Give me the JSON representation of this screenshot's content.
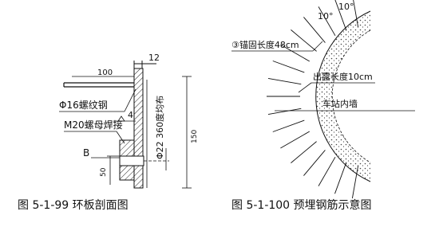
{
  "left_figure": {
    "caption": "图 5-1-99   环板剖面图",
    "dim_top": "12",
    "dim_horizontal": "100",
    "label_bar": "Φ16螺纹钢",
    "label_weld_num": "4",
    "label_weld": "M20螺母焊接",
    "label_vertical": "Φ22 360度均布",
    "label_b": "B",
    "dim_50": "50",
    "dim_150": "150"
  },
  "right_figure": {
    "caption": "图 5-1-100   预埋钢筋示意图",
    "angle_1": "10°",
    "angle_2": "10°",
    "label_anchor": "③锚固长度48cm",
    "label_exposed": "出露长度10cm",
    "label_wall": "车站内墙"
  }
}
